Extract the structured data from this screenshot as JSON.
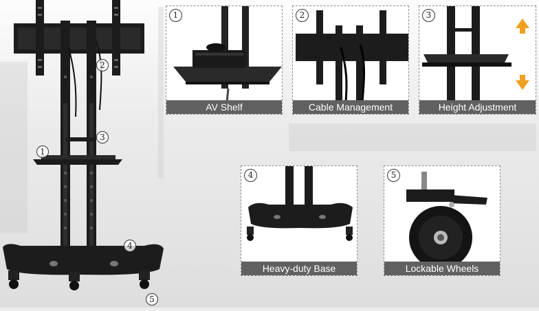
{
  "stand_callouts": [
    "1",
    "2",
    "3",
    "4",
    "5"
  ],
  "panels": [
    {
      "number": "1",
      "caption": "AV Shelf"
    },
    {
      "number": "2",
      "caption": "Cable Management"
    },
    {
      "number": "3",
      "caption": "Height Adjustment"
    },
    {
      "number": "4",
      "caption": "Heavy-duty Base"
    },
    {
      "number": "5",
      "caption": "Lockable Wheels"
    }
  ],
  "colors": {
    "caption_bar": "#616161",
    "stand_black": "#1c1c1c",
    "arrow_orange": "#f0a020"
  }
}
